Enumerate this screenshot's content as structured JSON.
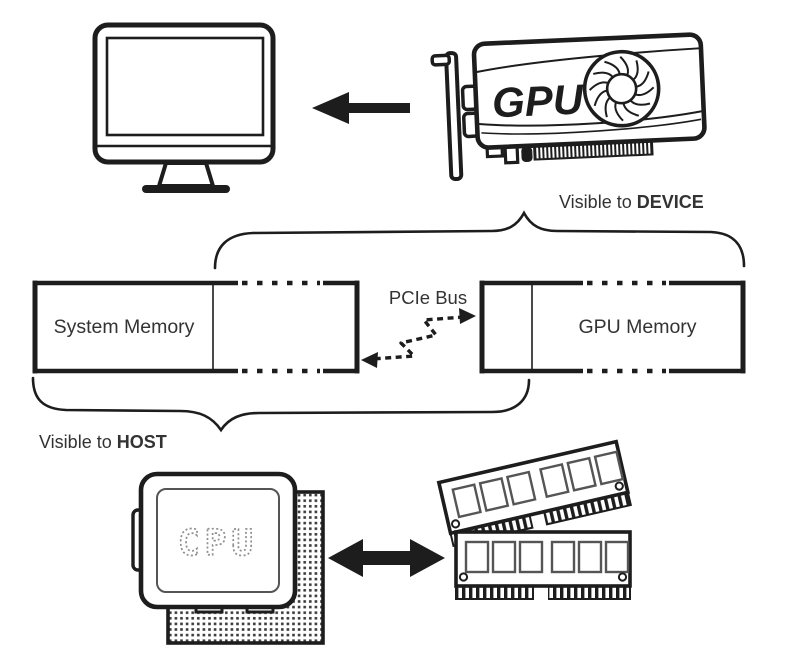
{
  "labels": {
    "gpu_card": "GPU",
    "cpu_chip": "CPU",
    "system_memory": "System Memory",
    "gpu_memory": "GPU Memory",
    "pcie_bus": "PCIe Bus",
    "visible_to_device": {
      "prefix": "Visible to",
      "emphasis": "DEVICE"
    },
    "visible_to_host": {
      "prefix": "Visible to",
      "emphasis": "HOST"
    }
  },
  "colors": {
    "ink": "#1d1d1d",
    "background": "#ffffff",
    "cpu_stencil_gray": "#8f8f8f",
    "label_text": "#333333"
  },
  "icons": [
    "monitor-icon",
    "gpu-card-icon",
    "fan-icon",
    "left-arrow-icon",
    "curly-brace-up-icon",
    "curly-brace-down-icon",
    "dashed-zigzag-double-arrow-icon",
    "cpu-socket-icon",
    "cpu-chip-icon",
    "double-arrow-icon",
    "ram-modules-icon"
  ]
}
